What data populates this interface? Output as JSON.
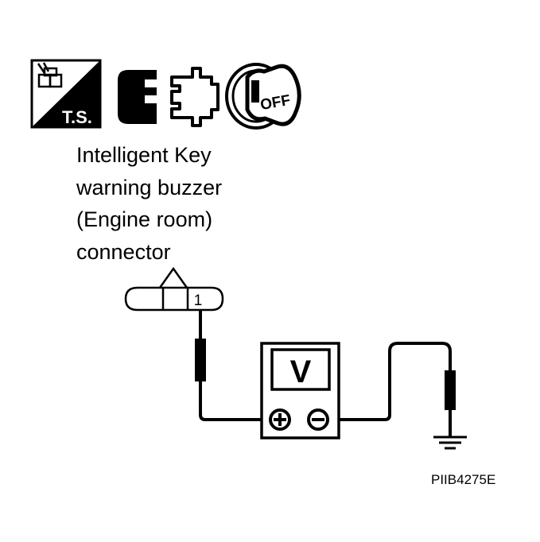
{
  "icons": {
    "ts_badge": {
      "name": "ts-badge-icon",
      "text": "T.S."
    },
    "connector_symbol": {
      "name": "connector-disconnect-icon"
    },
    "ignition_key": {
      "name": "ignition-key-off-icon",
      "text": "OFF"
    }
  },
  "connector": {
    "label_lines": [
      "Intelligent Key",
      "warning buzzer",
      "(Engine room)",
      "connector"
    ],
    "pin": "1"
  },
  "meter": {
    "symbol": "V",
    "positive_terminal": "+",
    "negative_terminal": "−"
  },
  "ground": {
    "name": "ground-symbol"
  },
  "figure_code": "PIIB4275E"
}
